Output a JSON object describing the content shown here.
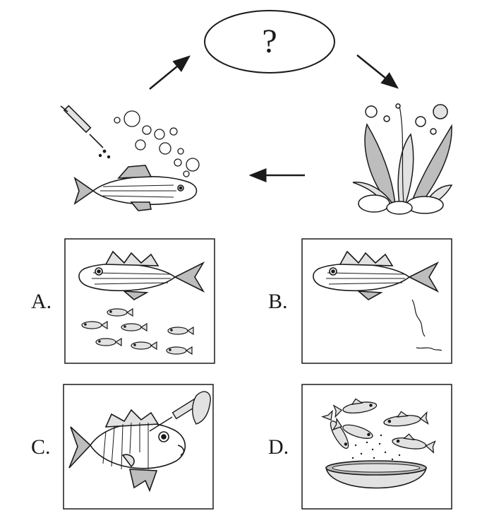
{
  "cycle": {
    "unknown_step_symbol": "?"
  },
  "options": [
    {
      "letter": "A.",
      "icon": "fish-and-small-fish"
    },
    {
      "letter": "B.",
      "icon": "fish-and-algae"
    },
    {
      "letter": "C.",
      "icon": "fish-being-injected"
    },
    {
      "letter": "D.",
      "icon": "fish-and-feed-bowl"
    }
  ],
  "colors": {
    "ink": "#1a1a1a",
    "shade": "#bdbdbd",
    "light_shade": "#e2e2e2"
  }
}
